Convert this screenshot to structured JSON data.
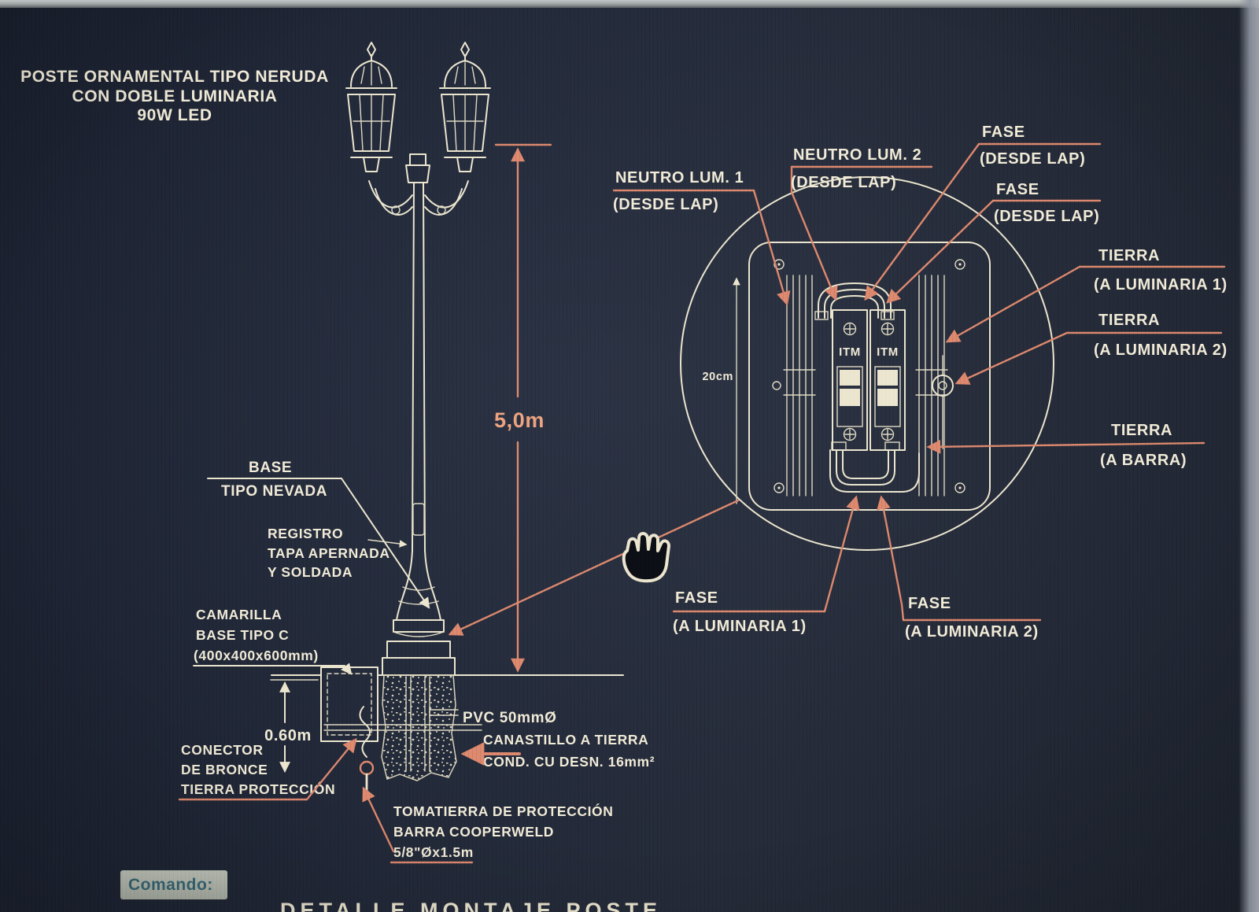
{
  "title": {
    "lines": [
      "POSTE ORNAMENTAL TIPO NERUDA",
      "CON DOBLE LUMINARIA",
      "90W LED"
    ]
  },
  "dims": {
    "pole_height": "5,0m",
    "foundation_depth": "0.60m",
    "panel_width": "20cm"
  },
  "callouts": {
    "neutro_lum_1": [
      "NEUTRO LUM. 1",
      "(DESDE LAP)"
    ],
    "neutro_lum_2": [
      "NEUTRO LUM. 2",
      "(DESDE LAP)"
    ],
    "fase_desde_lap_1": [
      "FASE",
      "(DESDE LAP)"
    ],
    "fase_desde_lap_2": [
      "FASE",
      "(DESDE LAP)"
    ],
    "tierra_lum_1": [
      "TIERRA",
      "(A LUMINARIA 1)"
    ],
    "tierra_lum_2": [
      "TIERRA",
      "(A LUMINARIA 2)"
    ],
    "tierra_barra": [
      "TIERRA",
      "(A BARRA)"
    ],
    "fase_lum_1": [
      "FASE",
      "(A LUMINARIA 1)"
    ],
    "fase_lum_2": [
      "FASE",
      "(A LUMINARIA 2)"
    ],
    "base": [
      "BASE",
      "TIPO NEVADA"
    ],
    "registro": [
      "REGISTRO",
      "TAPA APERNADA",
      "Y SOLDADA"
    ],
    "camarilla": [
      "CAMARILLA",
      "BASE TIPO C",
      "(400x400x600mm)"
    ],
    "conector": [
      "CONECTOR",
      "DE BRONCE",
      "TIERRA PROTECCIÓN"
    ],
    "pvc": "PVC 50mmØ",
    "canastillo": [
      "CANASTILLO A TIERRA",
      "COND. CU DESN. 16mm²"
    ],
    "tomatierra": [
      "TOMATIERRA DE PROTECCIÓN",
      "BARRA COOPERWELD",
      "5/8\"Øx1.5m"
    ]
  },
  "panel": {
    "breaker_label": "ITM"
  },
  "command_bar": {
    "prompt": "Comando:"
  },
  "bottom_caption": "DETALLE MONTAJE POSTE",
  "colors": {
    "background": "#232a3a",
    "line": "#ece6d0",
    "leader": "#dc8a70",
    "dim_text": "#eda583",
    "command_bg": "#b7bcb2",
    "command_text": "#3a6b78"
  }
}
